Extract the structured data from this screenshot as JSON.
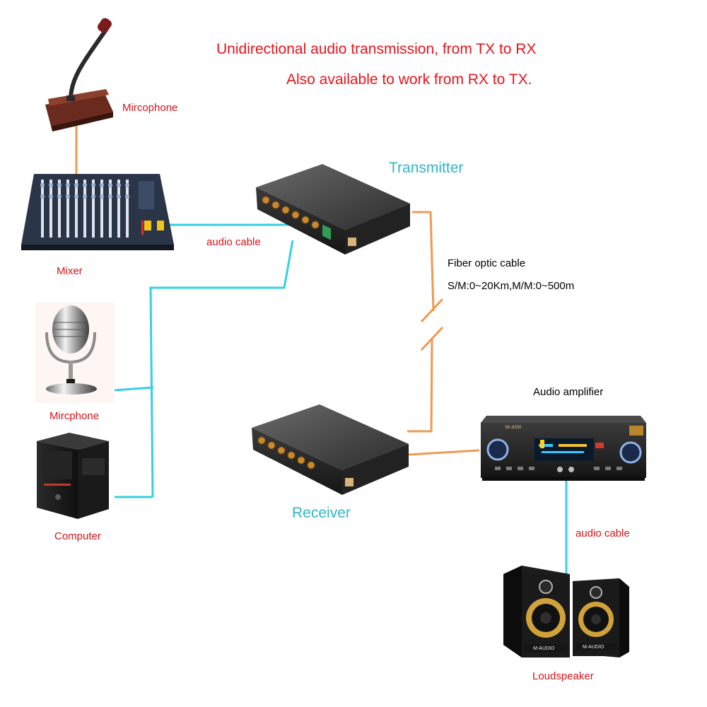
{
  "header": {
    "line1": "Unidirectional audio transmission, from TX to RX",
    "line2": "Also available to work from RX to TX."
  },
  "devices": {
    "gooseneck_mic": "Mircophone",
    "mixer": "Mixer",
    "studio_mic": "Mircphone",
    "computer": "Computer",
    "transmitter": "Transmitter",
    "receiver": "Receiver",
    "amplifier": "Audio amplifier",
    "loudspeaker": "Loudspeaker"
  },
  "cables": {
    "audio_cable_top": "audio cable",
    "audio_cable_bottom": "audio cable",
    "fiber_title": "Fiber optic cable",
    "fiber_spec": "S/M:0~20Km,M/M:0~500m"
  },
  "device_text": {
    "amp_model": "SK-8200",
    "speaker_brand_left": "M-AUDIO",
    "speaker_brand_right": "M-AUDIO"
  },
  "colors": {
    "audio_line": "#35d0e3",
    "fiber_line": "#ee9a52",
    "heading": "#e8141b",
    "device_label": "#d4141b",
    "unit_label": "#2fb6c9"
  }
}
